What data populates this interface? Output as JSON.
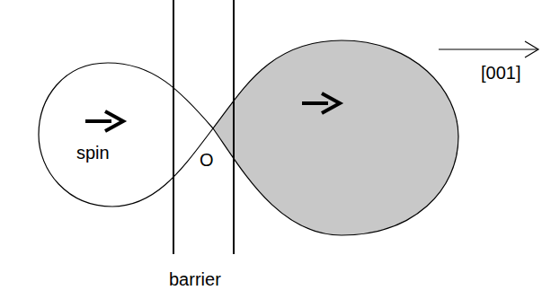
{
  "diagram": {
    "labels": [
      "spin",
      "O",
      "[001]",
      "barrier"
    ]
  }
}
